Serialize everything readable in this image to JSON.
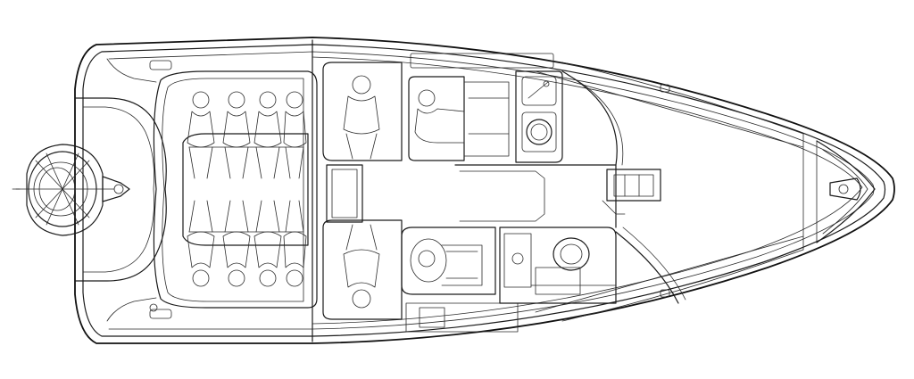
{
  "diagram": {
    "subject": "boat-deck-plan-top-view",
    "line_color": "#1a1a1a",
    "background_color": "#ffffff",
    "components": [
      "hull-outline",
      "outboard-motor",
      "swim-platform",
      "aft-sun-lounge",
      "aft-seating-upper",
      "aft-seating-lower",
      "mid-passenger-seat-upper",
      "mid-passenger-seat-lower",
      "port-helm-seat",
      "starboard-helm-seat",
      "sink-console",
      "helm-console",
      "windshield",
      "walkthrough-door",
      "bow-storage",
      "bow-cleat"
    ]
  }
}
